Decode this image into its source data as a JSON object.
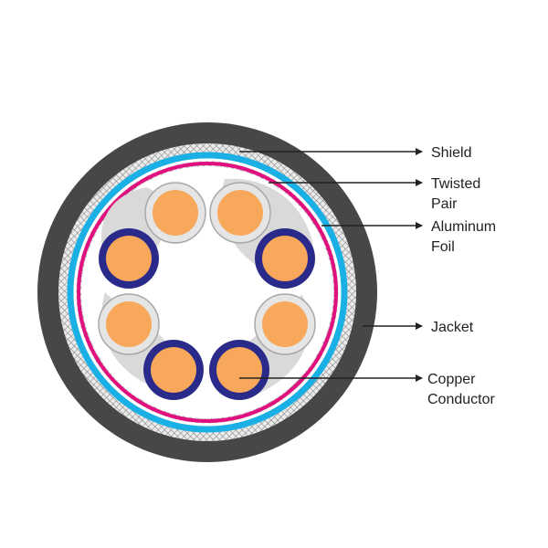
{
  "colors": {
    "jacket": "#474747",
    "shield_base": "#e9e9e9",
    "shield_weave": "#8a8a8a",
    "foil": "#1ab0e6",
    "twisted_pair_band": "#e0107e",
    "insulation_light": "#d8d8d8",
    "insulation_dark": "#2a2a8a",
    "copper": "#f7a85a",
    "leader": "#222222"
  },
  "labels": {
    "shield": "Shield",
    "twisted_pair_1": "Twisted",
    "twisted_pair_2": "Pair",
    "aluminum_foil_1": "Aluminum",
    "aluminum_foil_2": "Foil",
    "jacket": "Jacket",
    "copper_conductor_1": "Copper",
    "copper_conductor_2": "Conductor"
  }
}
